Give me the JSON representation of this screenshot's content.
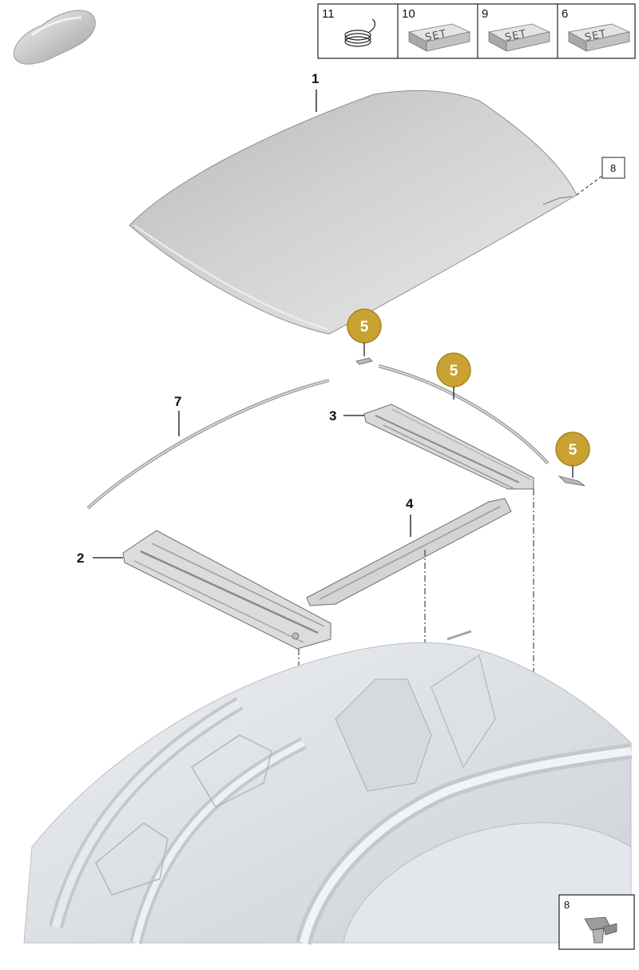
{
  "callouts": {
    "roof_panel": "1",
    "front_crossmember": "2",
    "rear_crossmember": "3",
    "center_bow": "4",
    "side_strip": "7",
    "seal_ref": "8"
  },
  "highlight_badges": [
    {
      "label": "5"
    },
    {
      "label": "5"
    },
    {
      "label": "5"
    }
  ],
  "header_items": [
    {
      "number": "11",
      "icon": "adhesive-roll-icon"
    },
    {
      "number": "10",
      "icon": "set-block-icon",
      "text": "SET"
    },
    {
      "number": "9",
      "icon": "set-block-icon",
      "text": "SET"
    },
    {
      "number": "6",
      "icon": "set-block-icon",
      "text": "SET"
    }
  ],
  "detail_inset": {
    "number": "8",
    "icon": "clip-fastener-icon"
  },
  "colors": {
    "badge": "#C9A233",
    "badge_stroke": "#A88320",
    "panel_light": "#E8E8E8",
    "panel_dark": "#9C9C9C",
    "body_shell": "#D9DDE3"
  }
}
